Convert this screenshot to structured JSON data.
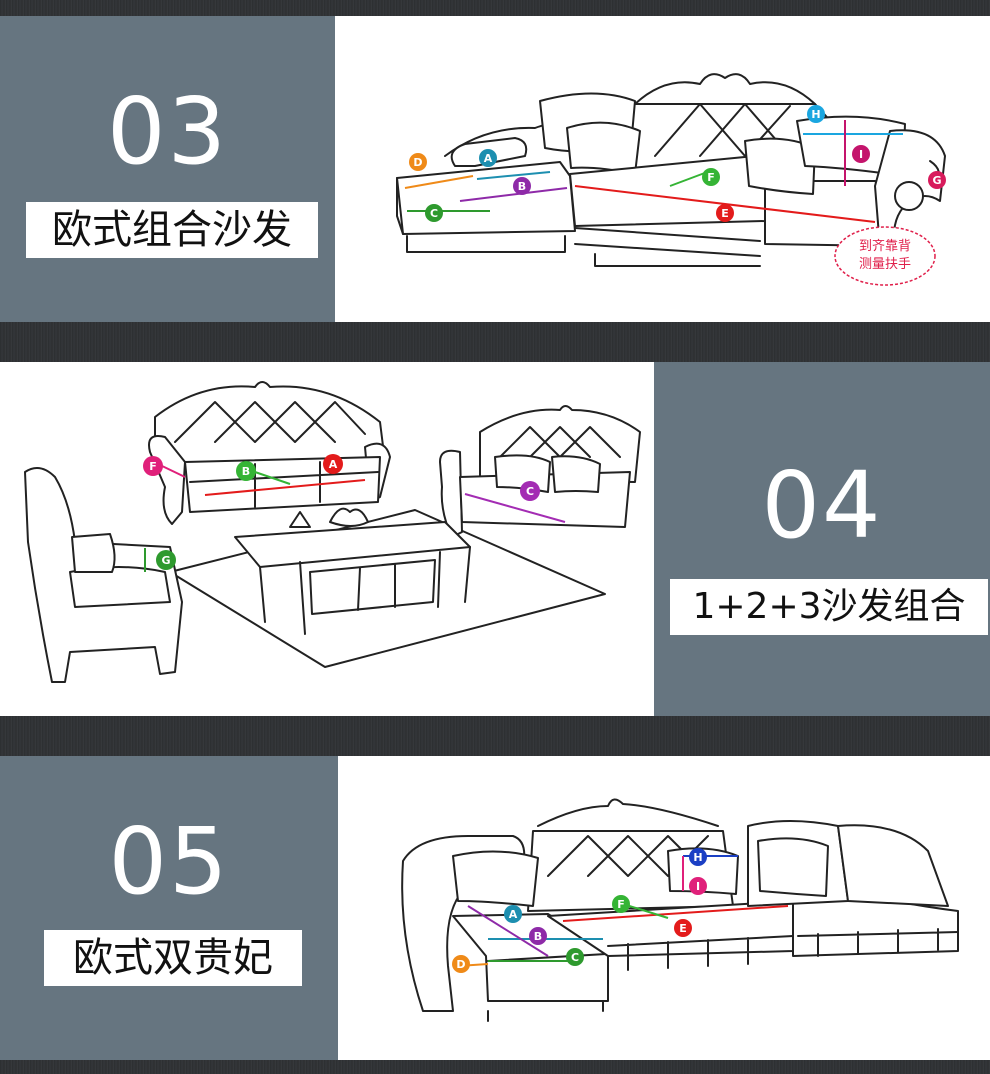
{
  "sections": [
    {
      "number": "03",
      "caption": "欧式组合沙发",
      "note": [
        "到齐靠背",
        "测量扶手"
      ]
    },
    {
      "number": "04",
      "caption": "1+2+3沙发组合"
    },
    {
      "number": "05",
      "caption": "欧式双贵妃"
    }
  ],
  "markers": {
    "A": {
      "letter": "A",
      "color": "#1d8fb0"
    },
    "B": {
      "letter": "B",
      "color": "#8e2aa8"
    },
    "C": {
      "letter": "C",
      "color": "#2e9a2e"
    },
    "D": {
      "letter": "D",
      "color": "#ef8a18"
    },
    "E": {
      "letter": "E",
      "color": "#e31b1b"
    },
    "F": {
      "letter": "F",
      "color": "#35b435"
    },
    "G": {
      "letter": "G",
      "color": "#d81b5c"
    },
    "H": {
      "letter": "H",
      "color": "#1aa6e0"
    },
    "I": {
      "letter": "I",
      "color": "#c4146c"
    },
    "s4A": {
      "letter": "A",
      "color": "#e31b1b"
    },
    "s4B": {
      "letter": "B",
      "color": "#35b435"
    },
    "s4C": {
      "letter": "C",
      "color": "#a32cb3"
    },
    "s4F": {
      "letter": "F",
      "color": "#e0207a"
    },
    "s4G": {
      "letter": "G",
      "color": "#2e9a2e"
    },
    "s5A": {
      "letter": "A",
      "color": "#1d8fb0"
    },
    "s5B": {
      "letter": "B",
      "color": "#8e2aa8"
    },
    "s5C": {
      "letter": "C",
      "color": "#2e9a2e"
    },
    "s5D": {
      "letter": "D",
      "color": "#ef8a18"
    },
    "s5E": {
      "letter": "E",
      "color": "#e31b1b"
    },
    "s5F": {
      "letter": "F",
      "color": "#35b435"
    },
    "s5H": {
      "letter": "H",
      "color": "#1b3fc4"
    },
    "s5I": {
      "letter": "I",
      "color": "#e0207a"
    }
  }
}
